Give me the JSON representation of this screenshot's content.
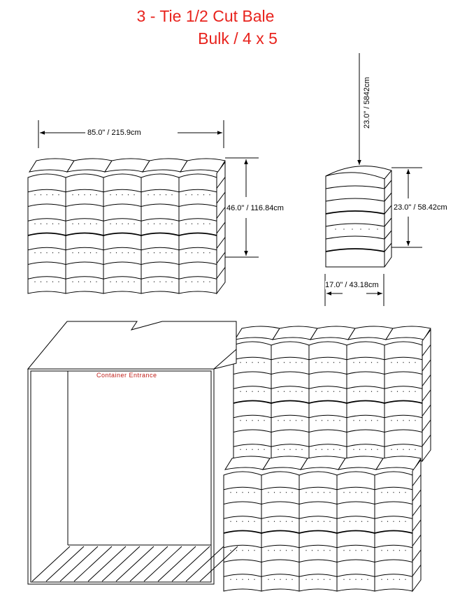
{
  "title": {
    "line1": "3 - Tie 1/2 Cut Bale",
    "line2": "Bulk / 4 x 5"
  },
  "dimensions": {
    "width": "85.0\" / 215.9cm",
    "height": "46.0\" / 116.84cm",
    "bale_top": "23.0\" / 5842cm",
    "bale_height": "23.0\" / 58.42cm",
    "bale_width": "17.0\" / 43.18cm"
  },
  "container": {
    "entrance_label": "Container Entrance"
  },
  "colors": {
    "title": "#e8231d",
    "entrance_label": "#c0201b",
    "line": "#000000"
  }
}
